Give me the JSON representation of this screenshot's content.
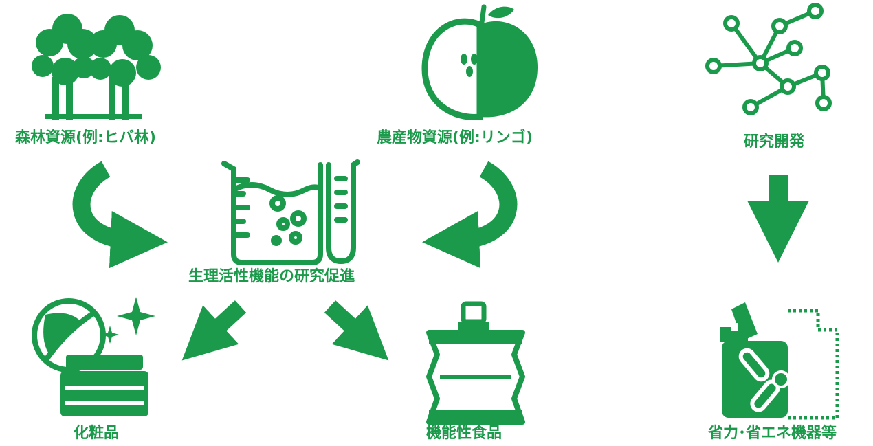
{
  "colors": {
    "accent": "#1a9a4a"
  },
  "icons": {
    "forest": "tree-icon",
    "apple": "apple-icon",
    "network": "network-icon",
    "lab": "beaker-test-tube-icon",
    "cosmetics": "cosmetics-jar-icon",
    "food": "food-pouch-icon",
    "device": "spray-device-icon"
  },
  "labels": {
    "forest": "森林資源(例:ヒバ林)",
    "agri": "農産物資源(例:リンゴ)",
    "rnd": "研究開発",
    "center": "生理活性機能の研究促進",
    "cosmetics": "化粧品",
    "functional_food": "機能性食品",
    "devices": "省力･省エネ機器等"
  }
}
